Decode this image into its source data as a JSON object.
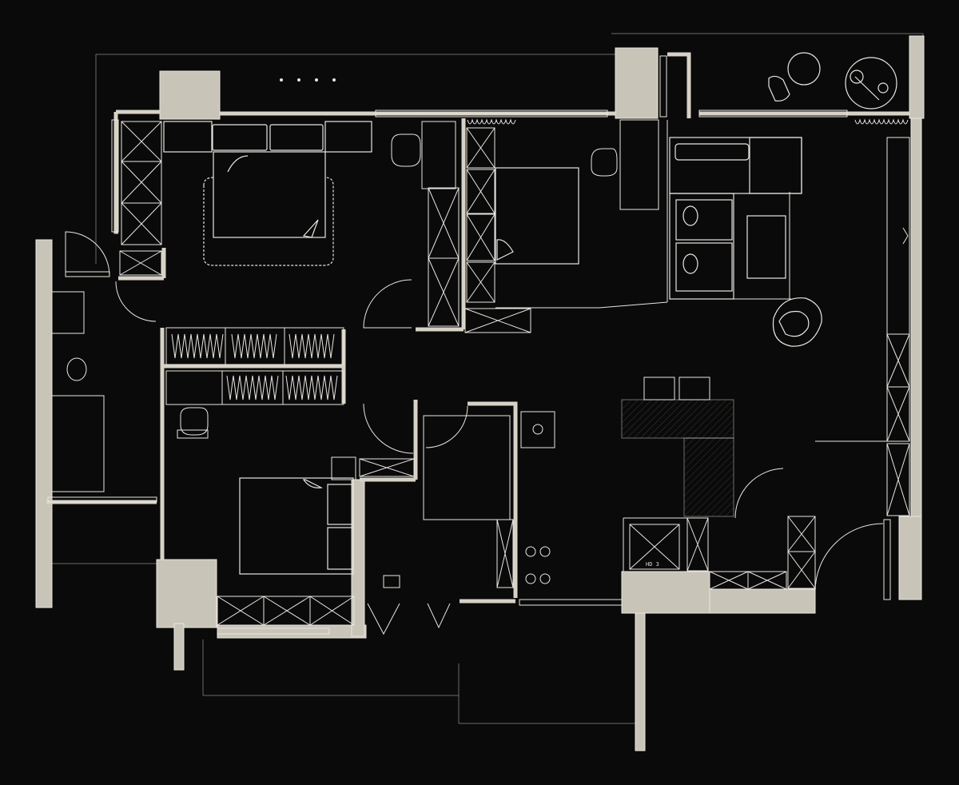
{
  "diagram": {
    "type": "architectural-floor-plan",
    "theme": "dark",
    "colors": {
      "background": "#0a0a0a",
      "wall_fill": "#c9c4b8",
      "line": "#e8e6df",
      "dim_line": "#8a8780",
      "hatch": "#b8b3a8"
    },
    "rooms": [
      {
        "id": "master-bedroom",
        "furniture": [
          "double-bed",
          "nightstand",
          "desk-chair",
          "wardrobe"
        ]
      },
      {
        "id": "bedroom-2",
        "furniture": [
          "bed",
          "desk",
          "desk-chair",
          "wardrobe"
        ]
      },
      {
        "id": "bedroom-3",
        "furniture": [
          "double-bed",
          "desk",
          "desk-chair",
          "wardrobe"
        ]
      },
      {
        "id": "living-room",
        "furniture": [
          "l-sofa",
          "armchair",
          "tv-cabinet"
        ]
      },
      {
        "id": "dining-area",
        "furniture": [
          "dining-table",
          "dining-chairs"
        ]
      },
      {
        "id": "kitchen",
        "furniture": [
          "stove",
          "sink",
          "refrigerator"
        ]
      },
      {
        "id": "balcony",
        "furniture": [
          "round-table",
          "chair",
          "potted-plant"
        ]
      },
      {
        "id": "bathroom",
        "furniture": [
          "shower",
          "toilet",
          "washbasin"
        ]
      }
    ],
    "labels": {
      "fridge_tag": "HD 3"
    }
  }
}
